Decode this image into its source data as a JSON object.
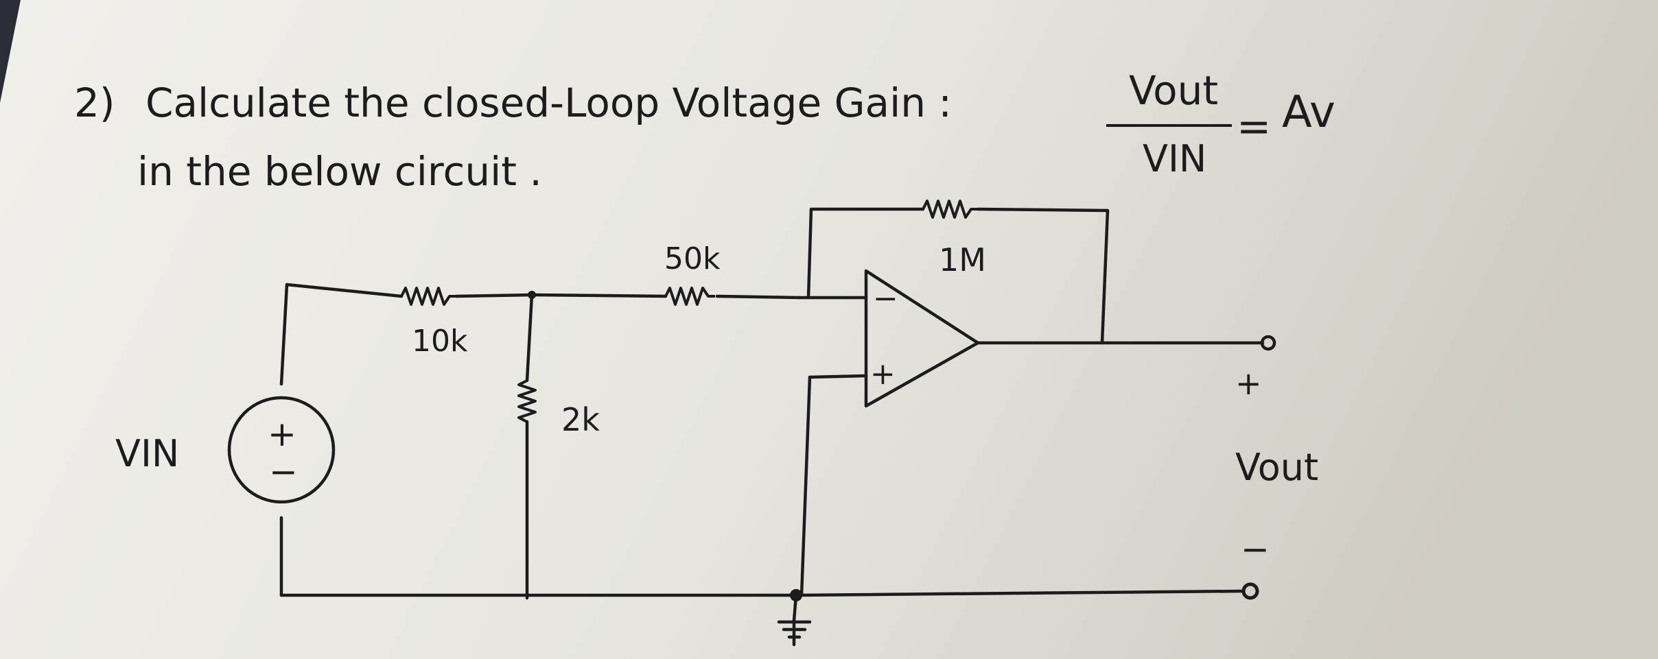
{
  "problem": {
    "number": "2)",
    "line1": "Calculate the closed-Loop Voltage Gain :",
    "line2": "in the below circuit ."
  },
  "formula": {
    "numerator": "Vout",
    "denominator": "VIN",
    "equals": "=",
    "result": "Av"
  },
  "circuit": {
    "source_label": "VIN",
    "source_plus": "+",
    "source_minus": "−",
    "r1_value": "10k",
    "r2_value": "2k",
    "r3_value": "50k",
    "rf_value": "1M",
    "opamp_inverting": "−",
    "opamp_noninverting": "+",
    "output_plus": "+",
    "output_label": "Vout",
    "output_minus": "−"
  },
  "colors": {
    "paper": "#e9e8e2",
    "ink": "#1c1c1e",
    "shadow": "#2a2d35"
  }
}
